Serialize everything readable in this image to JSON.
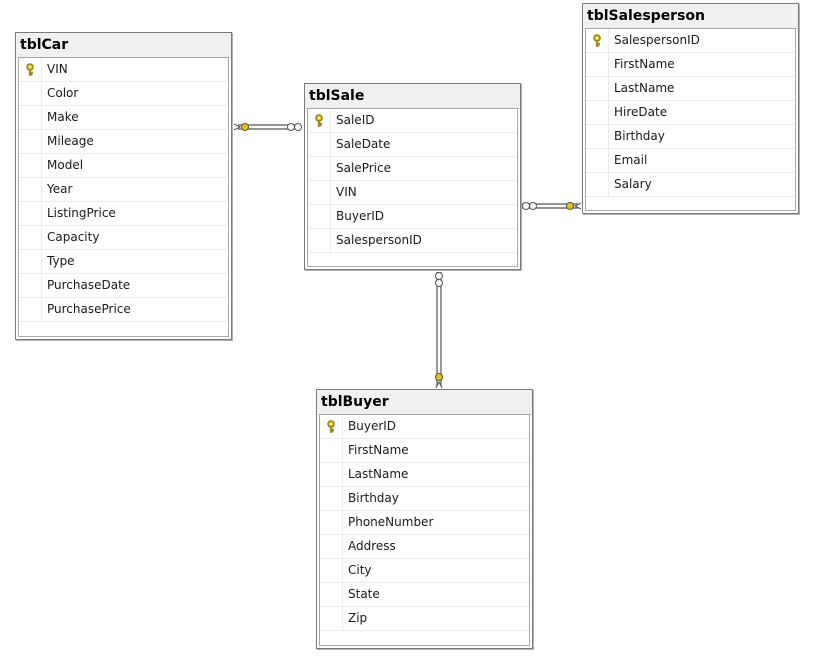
{
  "colors": {
    "key": "#e8c400",
    "connector": "#555555",
    "header": "#f0f0f0"
  },
  "tables": [
    {
      "id": "tblCar",
      "title": "tblCar",
      "fields": [
        {
          "name": "VIN",
          "primary_key": true
        },
        {
          "name": "Color"
        },
        {
          "name": "Make"
        },
        {
          "name": "Mileage"
        },
        {
          "name": "Model"
        },
        {
          "name": "Year"
        },
        {
          "name": "ListingPrice"
        },
        {
          "name": "Capacity"
        },
        {
          "name": "Type"
        },
        {
          "name": "PurchaseDate"
        },
        {
          "name": "PurchasePrice"
        }
      ]
    },
    {
      "id": "tblSale",
      "title": "tblSale",
      "fields": [
        {
          "name": "SaleID",
          "primary_key": true
        },
        {
          "name": "SaleDate"
        },
        {
          "name": "SalePrice"
        },
        {
          "name": "VIN"
        },
        {
          "name": "BuyerID"
        },
        {
          "name": "SalespersonID"
        }
      ]
    },
    {
      "id": "tblSalesperson",
      "title": "tblSalesperson",
      "fields": [
        {
          "name": "SalespersonID",
          "primary_key": true
        },
        {
          "name": "FirstName"
        },
        {
          "name": "LastName"
        },
        {
          "name": "HireDate"
        },
        {
          "name": "Birthday"
        },
        {
          "name": "Email"
        },
        {
          "name": "Salary"
        }
      ]
    },
    {
      "id": "tblBuyer",
      "title": "tblBuyer",
      "fields": [
        {
          "name": "BuyerID",
          "primary_key": true
        },
        {
          "name": "FirstName"
        },
        {
          "name": "LastName"
        },
        {
          "name": "Birthday"
        },
        {
          "name": "PhoneNumber"
        },
        {
          "name": "Address"
        },
        {
          "name": "City"
        },
        {
          "name": "State"
        },
        {
          "name": "Zip"
        }
      ]
    }
  ],
  "relationships": [
    {
      "one": "tblCar",
      "many": "tblSale"
    },
    {
      "one": "tblSalesperson",
      "many": "tblSale"
    },
    {
      "one": "tblBuyer",
      "many": "tblSale"
    }
  ]
}
